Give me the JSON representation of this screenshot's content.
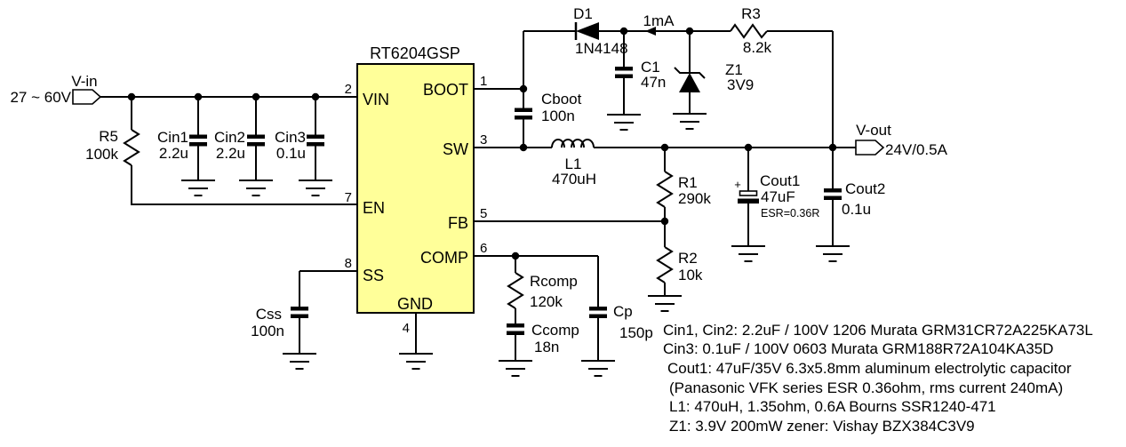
{
  "ic": {
    "part": "RT6204GSP",
    "pins": {
      "vin": {
        "num": "2",
        "label": "VIN"
      },
      "en": {
        "num": "7",
        "label": "EN"
      },
      "ss": {
        "num": "8",
        "label": "SS"
      },
      "boot": {
        "num": "1",
        "label": "BOOT"
      },
      "sw": {
        "num": "3",
        "label": "SW"
      },
      "fb": {
        "num": "5",
        "label": "FB"
      },
      "comp": {
        "num": "6",
        "label": "COMP"
      },
      "gnd": {
        "num": "4",
        "label": "GND"
      }
    }
  },
  "ports": {
    "vin": {
      "name": "V-in",
      "spec": "27 ~ 60V"
    },
    "vout": {
      "name": "V-out",
      "spec": "24V/0.5A"
    }
  },
  "components": {
    "r5": {
      "ref": "R5",
      "value": "100k"
    },
    "cin1": {
      "ref": "Cin1",
      "value": "2.2u"
    },
    "cin2": {
      "ref": "Cin2",
      "value": "2.2u"
    },
    "cin3": {
      "ref": "Cin3",
      "value": "0.1u"
    },
    "cboot": {
      "ref": "Cboot",
      "value": "100n"
    },
    "d1": {
      "ref": "D1",
      "value": "1N4148"
    },
    "iboot": {
      "label": "1mA"
    },
    "c1": {
      "ref": "C1",
      "value": "47n"
    },
    "z1": {
      "ref": "Z1",
      "value": "3V9"
    },
    "r3": {
      "ref": "R3",
      "value": "8.2k"
    },
    "l1": {
      "ref": "L1",
      "value": "470uH"
    },
    "r1": {
      "ref": "R1",
      "value": "290k"
    },
    "r2": {
      "ref": "R2",
      "value": "10k"
    },
    "cout1": {
      "ref": "Cout1",
      "value": "47uF",
      "note": "ESR=0.36R",
      "polarity": "+"
    },
    "cout2": {
      "ref": "Cout2",
      "value": "0.1u"
    },
    "css": {
      "ref": "Css",
      "value": "100n"
    },
    "rcomp": {
      "ref": "Rcomp",
      "value": "120k"
    },
    "ccomp": {
      "ref": "Ccomp",
      "value": "18n"
    },
    "cp": {
      "ref": "Cp",
      "value": "150p"
    }
  },
  "notes": [
    "Cin1, Cin2: 2.2uF / 100V 1206 Murata GRM31CR72A225KA73L",
    "Cin3: 0.1uF / 100V 0603 Murata GRM188R72A104KA35D",
    "Cout1: 47uF/35V 6.3x5.8mm  aluminum electrolytic capacitor",
    "(Panasonic VFK series  ESR 0.36ohm, rms current 240mA)",
    "L1: 470uH, 1.35ohm, 0.6A Bourns SSR1240-471",
    "Z1: 3.9V 200mW zener: Vishay  BZX384C3V9"
  ],
  "colors": {
    "ic_fill": "#FFFF99",
    "wire": "#000000",
    "background": "#FFFFFF"
  }
}
